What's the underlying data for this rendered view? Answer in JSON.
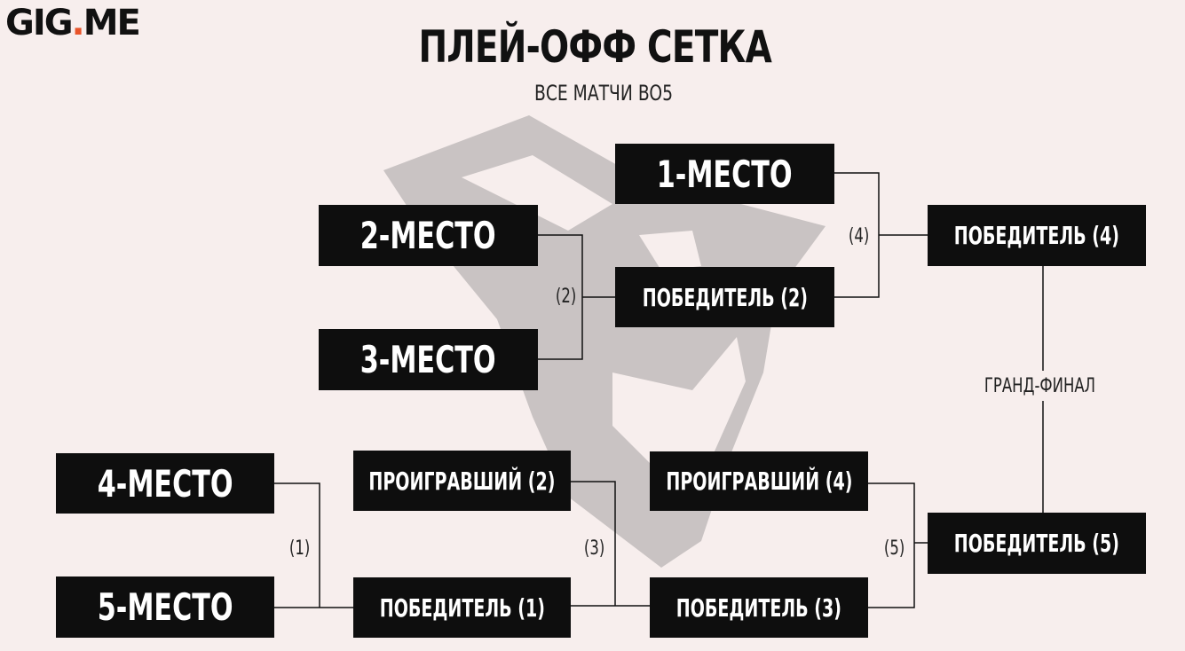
{
  "logo": {
    "text_a": "GIG",
    "text_b": ".",
    "text_c": "ME"
  },
  "title": "ПЛЕЙ-ОФФ СЕТКА",
  "subtitle": "ВСЕ МАТЧИ BO5",
  "boxes": {
    "place1": "1-МЕСТО",
    "place2": "2-МЕСТО",
    "place3": "3-МЕСТО",
    "place4": "4-МЕСТО",
    "place5": "5-МЕСТО",
    "winner2": "ПОБЕДИТЕЛЬ (2)",
    "winner4": "ПОБЕДИТЕЛЬ (4)",
    "loser2": "ПРОИГРАВШИЙ (2)",
    "loser4": "ПРОИГРАВШИЙ (4)",
    "winner1": "ПОБЕДИТЕЛЬ (1)",
    "winner3": "ПОБЕДИТЕЛЬ (3)",
    "winner5": "ПОБЕДИТЕЛЬ (5)"
  },
  "match_labels": {
    "m1": "(1)",
    "m2": "(2)",
    "m3": "(3)",
    "m4": "(4)",
    "m5": "(5)"
  },
  "grand_final": "ГРАНД-ФИНАЛ",
  "colors": {
    "background": "#f7eeed",
    "box": "#0e0e0e",
    "logo_dot": "#e8542a",
    "watermark": "#c9c3c3"
  }
}
